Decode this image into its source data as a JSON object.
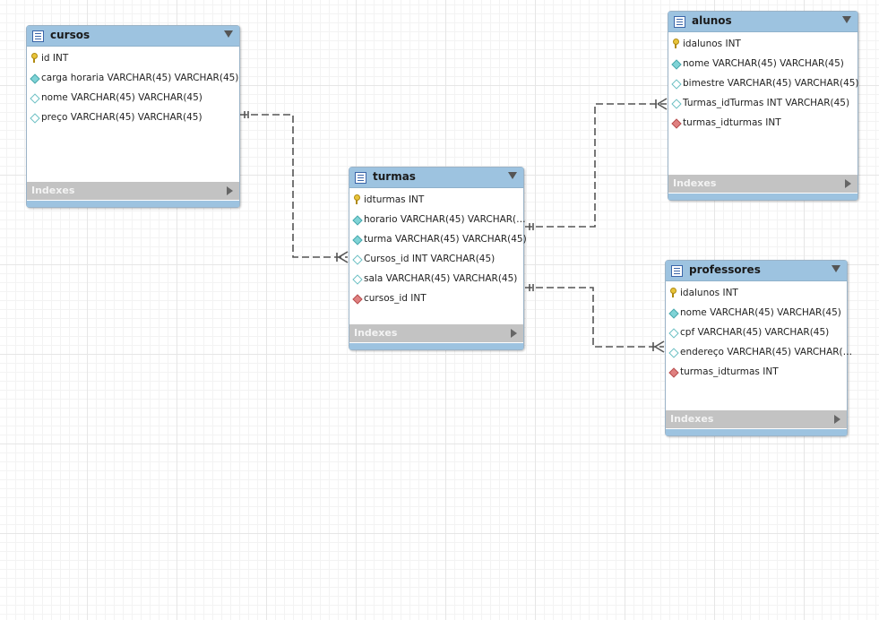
{
  "tables": {
    "cursos": {
      "title": "cursos",
      "columns": [
        {
          "text": "id INT",
          "icon": "primary-key-icon"
        },
        {
          "text": "carga horaria VARCHAR(45) VARCHAR(45)",
          "icon": "column-not-null-icon"
        },
        {
          "text": "nome VARCHAR(45) VARCHAR(45)",
          "icon": "column-nullable-icon"
        },
        {
          "text": "preço VARCHAR(45) VARCHAR(45)",
          "icon": "column-nullable-icon"
        }
      ],
      "indexes_label": "Indexes"
    },
    "turmas": {
      "title": "turmas",
      "columns": [
        {
          "text": "idturmas INT",
          "icon": "primary-key-icon"
        },
        {
          "text": "horario VARCHAR(45) VARCHAR(…",
          "icon": "column-not-null-icon"
        },
        {
          "text": "turma VARCHAR(45) VARCHAR(45)",
          "icon": "column-not-null-icon"
        },
        {
          "text": "Cursos_id INT VARCHAR(45)",
          "icon": "column-nullable-icon"
        },
        {
          "text": "sala VARCHAR(45) VARCHAR(45)",
          "icon": "column-nullable-icon"
        },
        {
          "text": "cursos_id INT",
          "icon": "foreign-key-icon"
        }
      ],
      "indexes_label": "Indexes"
    },
    "alunos": {
      "title": "alunos",
      "columns": [
        {
          "text": "idalunos INT",
          "icon": "primary-key-icon"
        },
        {
          "text": "nome VARCHAR(45) VARCHAR(45)",
          "icon": "column-not-null-icon"
        },
        {
          "text": "bimestre VARCHAR(45) VARCHAR(45)",
          "icon": "column-nullable-icon"
        },
        {
          "text": "Turmas_idTurmas INT VARCHAR(45)",
          "icon": "column-nullable-icon"
        },
        {
          "text": "turmas_idturmas INT",
          "icon": "foreign-key-icon"
        }
      ],
      "indexes_label": "Indexes"
    },
    "professores": {
      "title": "professores",
      "columns": [
        {
          "text": "idalunos INT",
          "icon": "primary-key-icon"
        },
        {
          "text": "nome VARCHAR(45) VARCHAR(45)",
          "icon": "column-not-null-icon"
        },
        {
          "text": "cpf VARCHAR(45) VARCHAR(45)",
          "icon": "column-nullable-icon"
        },
        {
          "text": "endereço VARCHAR(45) VARCHAR(…",
          "icon": "column-nullable-icon"
        },
        {
          "text": "turmas_idturmas INT",
          "icon": "foreign-key-icon"
        }
      ],
      "indexes_label": "Indexes"
    }
  },
  "relationships": [
    {
      "from": "cursos",
      "to": "turmas",
      "from_card": "one-mandatory",
      "to_card": "many-optional"
    },
    {
      "from": "turmas",
      "to": "alunos",
      "from_card": "one-mandatory",
      "to_card": "many-optional"
    },
    {
      "from": "turmas",
      "to": "professores",
      "from_card": "one-mandatory",
      "to_card": "many-optional"
    }
  ],
  "colors": {
    "header": "#9dc3e0",
    "indexes_bar": "#c3c3c3",
    "connector": "#555555"
  }
}
